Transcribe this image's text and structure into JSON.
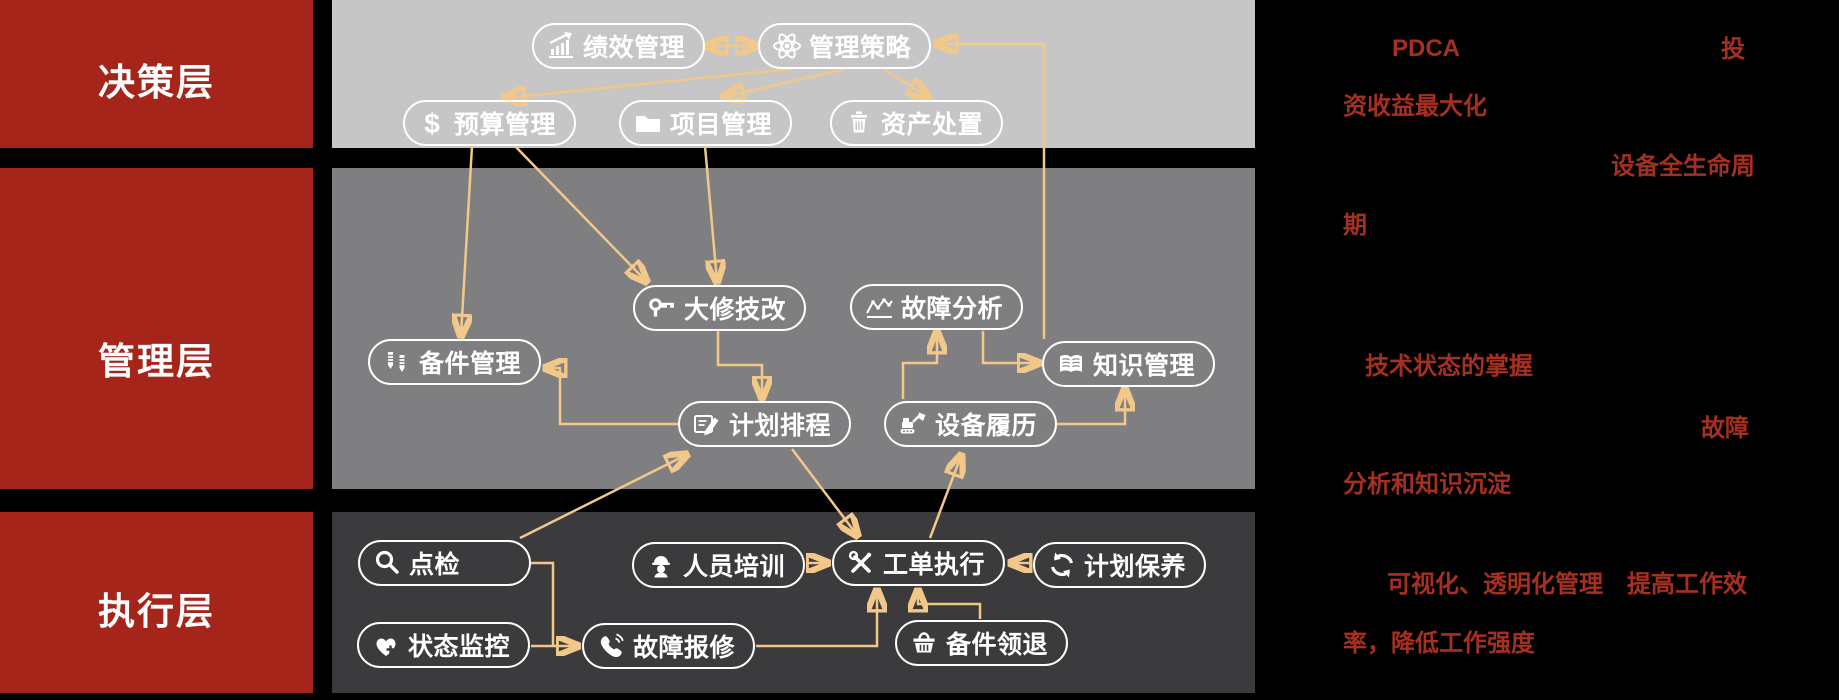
{
  "colors": {
    "background": "#000000",
    "red_block": "#a5251a",
    "decision_box": "#c6c6c7",
    "management_box": "#7f7f81",
    "execution_box": "#3b3b3d",
    "arrow": "#f2c78a",
    "node_border": "#ffffff",
    "node_text": "#ffffff",
    "annotation_text": "#a63020"
  },
  "layers": [
    {
      "label": "决策层"
    },
    {
      "label": "管理层"
    },
    {
      "label": "执行层"
    }
  ],
  "nodes": [
    {
      "label": "绩效管理",
      "icon": "chart-growth-icon",
      "layer": "决策层"
    },
    {
      "label": "管理策略",
      "icon": "atom-icon",
      "layer": "决策层"
    },
    {
      "label": "预算管理",
      "icon": "dollar-icon",
      "layer": "决策层"
    },
    {
      "label": "项目管理",
      "icon": "folder-icon",
      "layer": "决策层"
    },
    {
      "label": "资产处置",
      "icon": "trash-icon",
      "layer": "决策层"
    },
    {
      "label": "大修技改",
      "icon": "wrench-key-icon",
      "layer": "管理层"
    },
    {
      "label": "故障分析",
      "icon": "line-chart-icon",
      "layer": "管理层"
    },
    {
      "label": "备件管理",
      "icon": "screws-icon",
      "layer": "管理层"
    },
    {
      "label": "计划排程",
      "icon": "document-pen-icon",
      "layer": "管理层"
    },
    {
      "label": "设备履历",
      "icon": "excavator-icon",
      "layer": "管理层"
    },
    {
      "label": "知识管理",
      "icon": "open-book-icon",
      "layer": "管理层"
    },
    {
      "label": "点检",
      "icon": "magnifier-icon",
      "layer": "执行层"
    },
    {
      "label": "人员培训",
      "icon": "worker-icon",
      "layer": "执行层"
    },
    {
      "label": "工单执行",
      "icon": "crossed-tools-icon",
      "layer": "执行层"
    },
    {
      "label": "计划保养",
      "icon": "refresh-icon",
      "layer": "执行层"
    },
    {
      "label": "状态监控",
      "icon": "heart-plus-icon",
      "layer": "执行层"
    },
    {
      "label": "故障报修",
      "icon": "phone-icon",
      "layer": "执行层"
    },
    {
      "label": "备件领退",
      "icon": "basket-icon",
      "layer": "执行层"
    }
  ],
  "edges": [
    {
      "from": "绩效管理",
      "to": "管理策略",
      "type": "double"
    },
    {
      "from": "管理策略",
      "to": "预算管理",
      "type": "arrow"
    },
    {
      "from": "管理策略",
      "to": "项目管理",
      "type": "arrow"
    },
    {
      "from": "管理策略",
      "to": "资产处置",
      "type": "arrow"
    },
    {
      "from": "预算管理",
      "to": "备件管理",
      "type": "arrow"
    },
    {
      "from": "预算管理",
      "to": "大修技改",
      "type": "arrow"
    },
    {
      "from": "项目管理",
      "to": "大修技改",
      "type": "arrow"
    },
    {
      "from": "大修技改",
      "to": "计划排程",
      "type": "arrow"
    },
    {
      "from": "计划排程",
      "to": "备件管理",
      "type": "arrow"
    },
    {
      "from": "设备履历",
      "to": "故障分析",
      "type": "arrow"
    },
    {
      "from": "故障分析",
      "to": "知识管理",
      "type": "arrow"
    },
    {
      "from": "设备履历",
      "to": "知识管理",
      "type": "arrow"
    },
    {
      "from": "知识管理",
      "to": "管理策略",
      "type": "arrow"
    },
    {
      "from": "点检",
      "to": "计划排程",
      "type": "arrow"
    },
    {
      "from": "计划排程",
      "to": "工单执行",
      "type": "arrow"
    },
    {
      "from": "工单执行",
      "to": "设备履历",
      "type": "arrow"
    },
    {
      "from": "人员培训",
      "to": "工单执行",
      "type": "arrow"
    },
    {
      "from": "计划保养",
      "to": "工单执行",
      "type": "arrow"
    },
    {
      "from": "点检",
      "to": "故障报修",
      "type": "arrow"
    },
    {
      "from": "状态监控",
      "to": "故障报修",
      "type": "arrow"
    },
    {
      "from": "故障报修",
      "to": "工单执行",
      "type": "arrow"
    },
    {
      "from": "备件领退",
      "to": "工单执行",
      "type": "arrow"
    }
  ],
  "annotations": [
    {
      "id": "pdca",
      "text": "PDCA"
    },
    {
      "id": "invest",
      "text": "投"
    },
    {
      "id": "return-max",
      "text": "资收益最大化"
    },
    {
      "id": "lifecycle",
      "text": "设备全生命周"
    },
    {
      "id": "lifecycle-tail",
      "text": "期"
    },
    {
      "id": "tech-status",
      "text": "技术状态的掌握"
    },
    {
      "id": "fault",
      "text": "故障"
    },
    {
      "id": "analysis-knowledge",
      "text": "分析和知识沉淀"
    },
    {
      "id": "visual-mgmt",
      "text": "可视化、透明化管理　提高工作效"
    },
    {
      "id": "efficiency",
      "text": "率，降低工作强度"
    }
  ]
}
